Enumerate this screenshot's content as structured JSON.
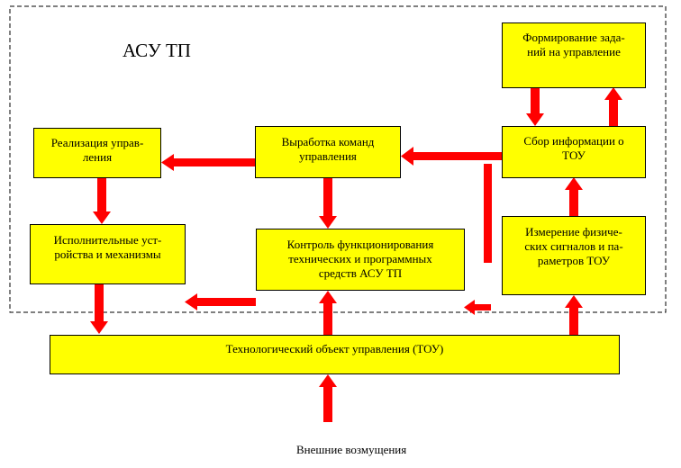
{
  "system_boundary": {
    "label": "АСУ ТП"
  },
  "blocks": {
    "task_formation": "Формирование зада-\nний на управление",
    "info_collection": "Сбор информации о\nТОУ",
    "command_generation": "Выработка команд\nуправления",
    "control_implementation": "Реализация управ-\nления",
    "actuators": "Исполнительные уст-\nройства и механизмы",
    "monitoring": "Контроль функционирования\nтехнических и программных\nсредств АСУ ТП",
    "measurement": "Измерение физиче-\nских сигналов и па-\nраметров ТОУ",
    "process_object": "Технологический объект управления (ТОУ)"
  },
  "external_disturbances": "Внешние возмущения",
  "colors": {
    "block_fill": "#ffff00",
    "arrow": "#ff0000",
    "boundary": "#000000"
  }
}
